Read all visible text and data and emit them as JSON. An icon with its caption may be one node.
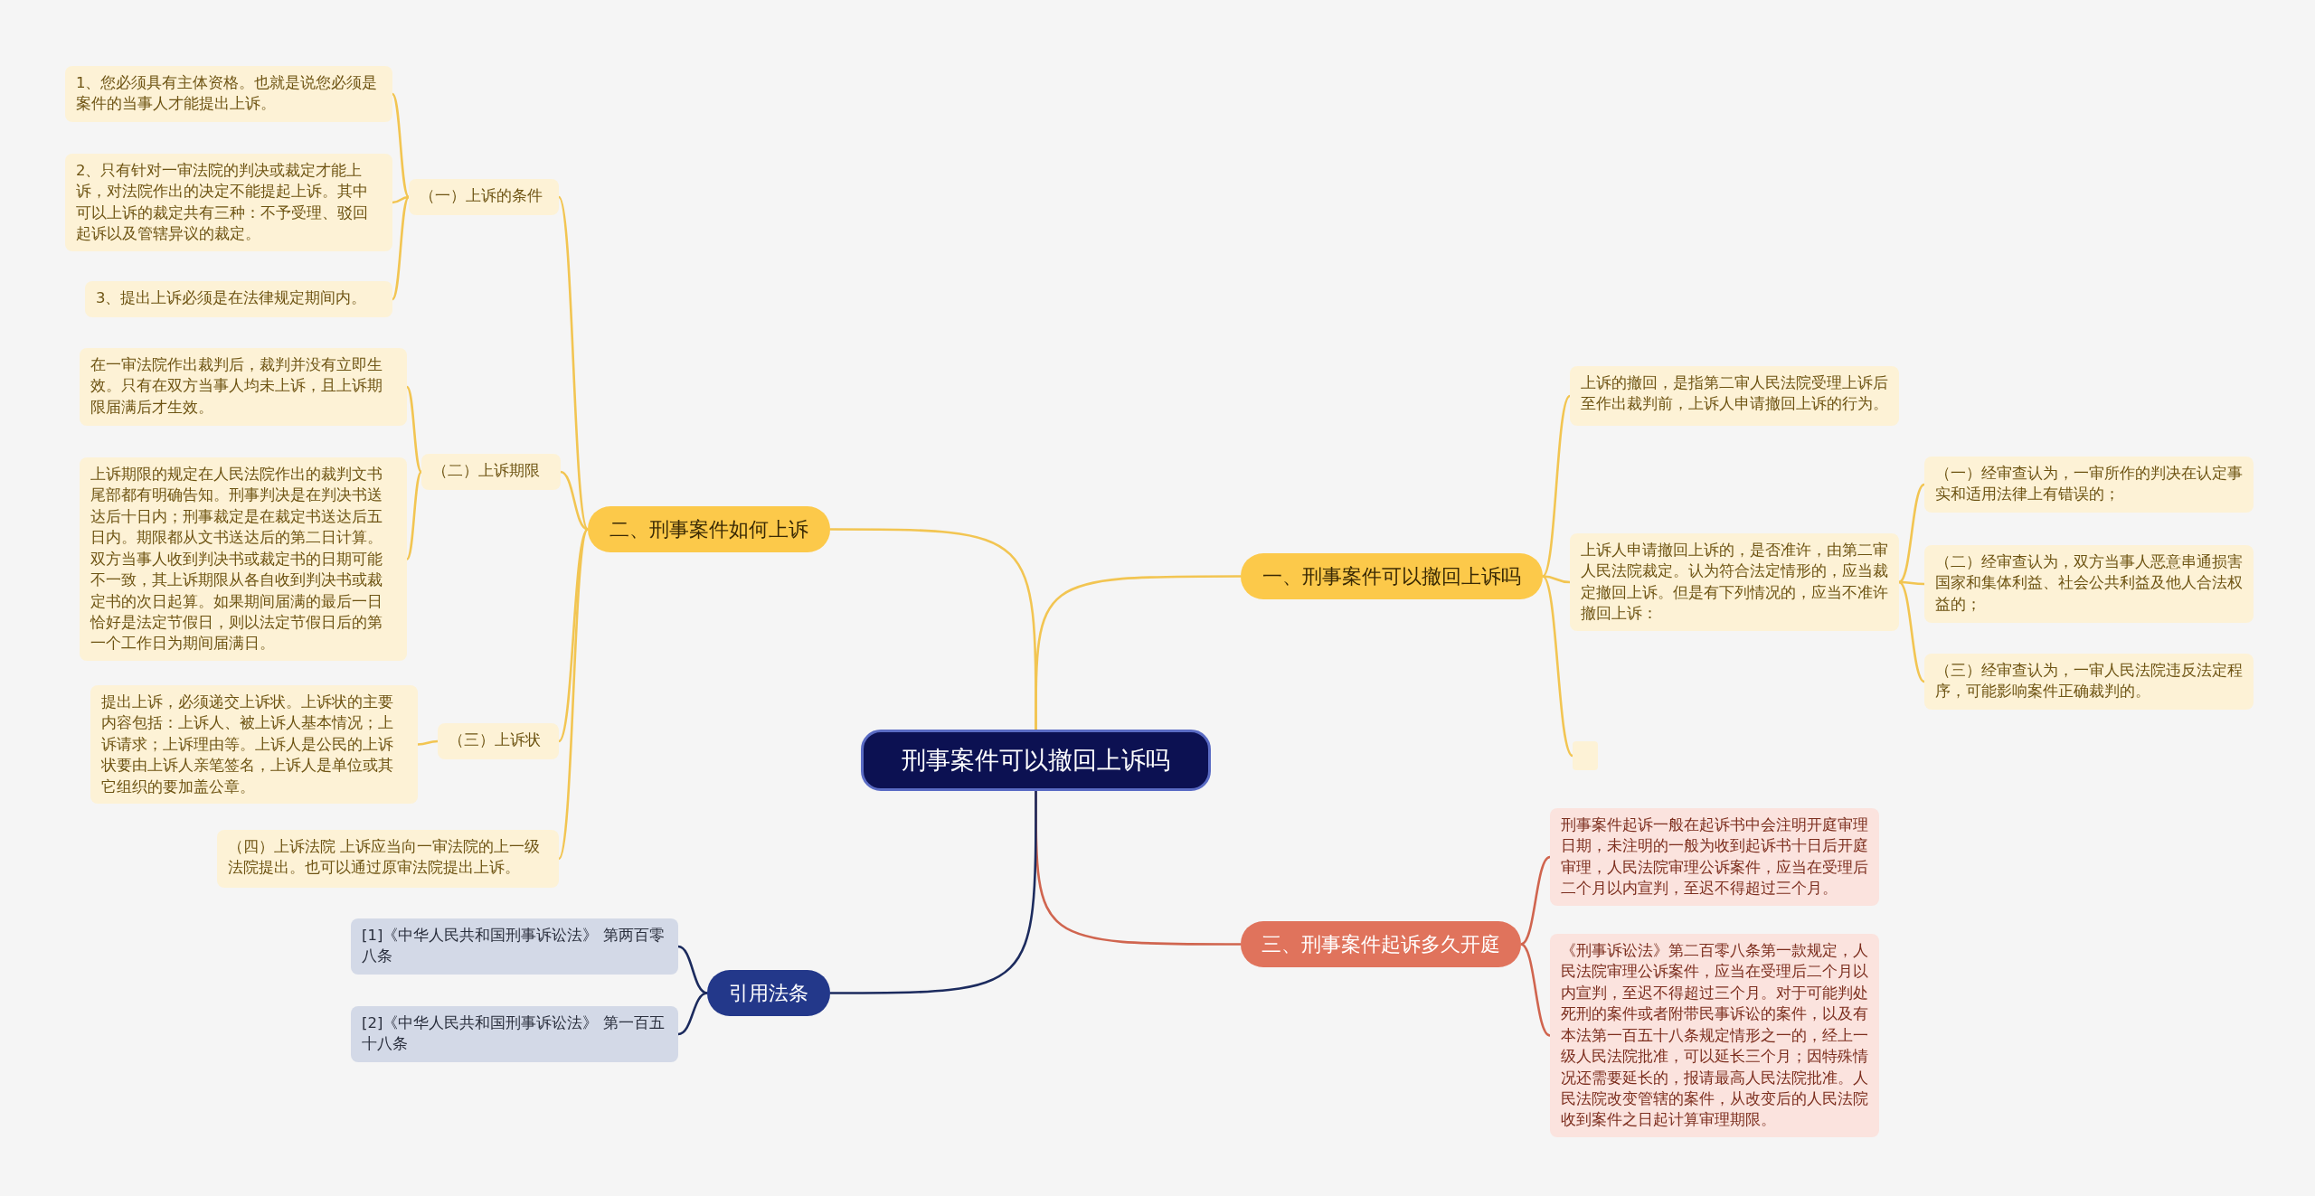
{
  "diagram": {
    "nodes": [
      {
        "text": [
          "刑事案件可以撤回上诉吗"
        ]
      },
      {
        "text": [
          "一、刑事案件可以撤回上诉吗"
        ]
      },
      {
        "text": [
          "上诉的撤回，是指第二审人民法院受理上诉后至作出裁判前，上诉人申请撤回上诉的行为。"
        ]
      },
      {
        "text": [
          "上诉人申请撤回上诉的，是否准许，由第二审人民法院裁定。认为符合法定情形的，应当裁定撤回上诉。但是有下列情况的，应当不准许撤回上诉："
        ]
      },
      {
        "text": [
          "（一）经审查认为，一审所作的判决在认定事实和适用法律上有错误的；"
        ]
      },
      {
        "text": [
          "（二）经审查认为，双方当事人恶意串通损害国家和集体利益、社会公共利益及他人合法权益的；"
        ]
      },
      {
        "text": [
          "（三）经审查认为，一审人民法院违反法定程序，可能影响案件正确裁判的。"
        ]
      },
      {
        "text": [],
        "shape": "box"
      },
      {
        "text": [
          "三、刑事案件起诉多久开庭"
        ]
      },
      {
        "text": [
          "刑事案件起诉一般在起诉书中会注明开庭审理日期，未注明的一般为收到起诉书十日后开庭审理，人民法院审理公诉案件，应当在受理后二个月以内宣判，至迟不得超过三个月。"
        ]
      },
      {
        "text": [
          "《刑事诉讼法》第二百零八条第一款规定，人民法院审理公诉案件，应当在受理后二个月以内宣判，至迟不得超过三个月。对于可能判处死刑的案件或者附带民事诉讼的案件，以及有本法第一百五十八条规定情形之一的，经上一级人民法院批准，可以延长三个月；因特殊情况还需要延长的，报请最高人民法院批准。人民法院改变管辖的案件，从改变后的人民法院收到案件之日起计算审理期限。"
        ]
      },
      {
        "text": [
          "二、刑事案件如何上诉"
        ]
      },
      {
        "text": [
          "（一）上诉的条件"
        ]
      },
      {
        "text": [
          "1、您必须具有主体资格。也就是说您必须是案件的当事人才能提出上诉。"
        ]
      },
      {
        "text": [
          "2、只有针对一审法院的判决或裁定才能上诉，对法院作出的决定不能提起上诉。其中可以上诉的裁定共有三种：不予受理、驳回起诉以及管辖异议的裁定。"
        ]
      },
      {
        "text": [
          "3、提出上诉必须是在法律规定期间内。"
        ]
      },
      {
        "text": [
          "（二）上诉期限"
        ]
      },
      {
        "text": [
          "在一审法院作出裁判后，裁判并没有立即生效。只有在双方当事人均未上诉，且上诉期限届满后才生效。"
        ]
      },
      {
        "text": [
          "上诉期限的规定在人民法院作出的裁判文书尾部都有明确告知。刑事判决是在判决书送达后十日内；刑事裁定是在裁定书送达后五日内。期限都从文书送达后的第二日计算。双方当事人收到判决书或裁定书的日期可能不一致，其上诉期限从各自收到判决书或裁定书的次日起算。如果期间届满的最后一日恰好是法定节假日，则以法定节假日后的第一个工作日为期间届满日。"
        ]
      },
      {
        "text": [
          "（三）上诉状"
        ]
      },
      {
        "text": [
          "提出上诉，必须递交上诉状。上诉状的主要内容包括：上诉人、被上诉人基本情况；上诉请求；上诉理由等。上诉人是公民的上诉状要由上诉人亲笔签名，上诉人是单位或其它组织的要加盖公章。"
        ]
      },
      {
        "text": [
          "（四）上诉法院 上诉应当向一审法院的上一级法院提出。也可以通过原审法院提出上诉。"
        ]
      },
      {
        "text": [
          "引用法条"
        ]
      },
      {
        "text": [
          "[1]《中华人民共和国刑事诉讼法》 第两百零八条"
        ]
      },
      {
        "text": [
          "[2]《中华人民共和国刑事诉讼法》 第一百五十八条"
        ]
      }
    ],
    "edges": [
      {
        "from": 0,
        "to": 1,
        "arrow": "none"
      },
      {
        "from": 1,
        "to": 2,
        "arrow": "none"
      },
      {
        "from": 1,
        "to": 3,
        "arrow": "none"
      },
      {
        "from": 1,
        "to": 7,
        "arrow": "none"
      },
      {
        "from": 3,
        "to": 4,
        "arrow": "none"
      },
      {
        "from": 3,
        "to": 5,
        "arrow": "none"
      },
      {
        "from": 3,
        "to": 6,
        "arrow": "none"
      },
      {
        "from": 0,
        "to": 8,
        "arrow": "none",
        "color": "#d0654f"
      },
      {
        "from": 8,
        "to": 9,
        "arrow": "none",
        "color": "#d0654f"
      },
      {
        "from": 8,
        "to": 10,
        "arrow": "none",
        "color": "#d0654f"
      },
      {
        "from": 0,
        "to": 11,
        "arrow": "none"
      },
      {
        "from": 11,
        "to": 12,
        "arrow": "none"
      },
      {
        "from": 12,
        "to": 13,
        "arrow": "none"
      },
      {
        "from": 12,
        "to": 14,
        "arrow": "none"
      },
      {
        "from": 12,
        "to": 15,
        "arrow": "none"
      },
      {
        "from": 11,
        "to": 16,
        "arrow": "none"
      },
      {
        "from": 16,
        "to": 17,
        "arrow": "none"
      },
      {
        "from": 16,
        "to": 18,
        "arrow": "none"
      },
      {
        "from": 11,
        "to": 19,
        "arrow": "none"
      },
      {
        "from": 19,
        "to": 20,
        "arrow": "none"
      },
      {
        "from": 11,
        "to": 21,
        "arrow": "none"
      },
      {
        "from": 0,
        "to": 22,
        "arrow": "none",
        "color": "#1c2b5e"
      },
      {
        "from": 22,
        "to": 23,
        "arrow": "none",
        "color": "#1c2b5e"
      },
      {
        "from": 22,
        "to": 24,
        "arrow": "none",
        "color": "#1c2b5e"
      }
    ]
  }
}
